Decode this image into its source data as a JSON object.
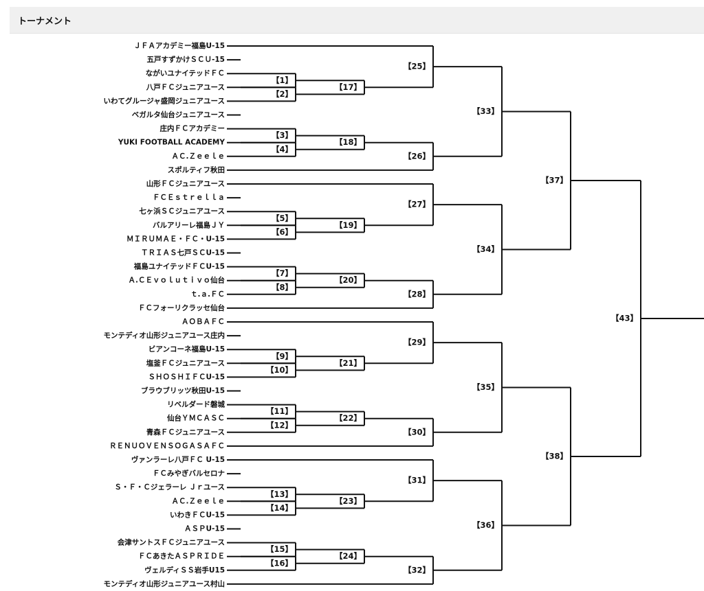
{
  "header": {
    "title": "トーナメント"
  },
  "teams": [
    "ＪＦＡアカデミー福島U-15",
    "五戸すずかけＳＣＵ-15",
    "ながいユナイテッドＦＣ",
    "八戸ＦＣジュニアユース",
    "いわてグルージャ盛岡ジュニアユース",
    "ベガルタ仙台ジュニアユース",
    "庄内ＦＣアカデミー",
    "YUKI FOOTBALL ACADEMY",
    "ＡＣ.Ｚｅｅｌｅ",
    "スポルティフ秋田",
    "山形ＦＣジュニアユース",
    "ＦＣＥｓｔｒｅｌｌａ",
    "七ヶ浜ＳＣジュニアユース",
    "バルアリーレ福島ＪＹ",
    "ＭＩＲＵＭＡＥ・ＦＣ・U-15",
    "ＴＲＩＡＳ七戸ＳＣU-15",
    "福島ユナイテッドＦＣU-15",
    "Ａ.ＣＥｖｏｌｕｔｉｖｏ仙台",
    "ｔ.ａ.ＦＣ",
    "ＦＣフォーリクラッセ仙台",
    "ＡＯＢＡＦＣ",
    "モンテディオ山形ジュニアユース庄内",
    "ビアンコーネ福島U-15",
    "塩釜ＦＣジュニアユース",
    "ＳＨＯＳＨＩＦＣU-15",
    "ブラウブリッツ秋田U-15",
    "リベルダード磐城",
    "仙台ＹＭＣＡＳＣ",
    "青森ＦＣジュニアユース",
    "ＲＥＮＵＯＶＥＮＳＯＧＡＳＡＦＣ",
    "ヴァンラーレ八戸ＦＣ U-15",
    "ＦＣみやぎバルセロナ",
    "Ｓ・Ｆ・Ｃジェラーレ Ｊｒユース",
    "ＡＣ.Ｚｅｅｌｅ",
    "いわきＦＣU-15",
    "ＡＳＰU-15",
    "会津サントスＦＣジュニアユース",
    "ＦＣあきたＡＳＰＲＩＤＥ",
    "ヴェルディＳＳ岩手U15",
    "モンテディオ山形ジュニアユース村山"
  ],
  "matches": [
    {
      "label": "【1】"
    },
    {
      "label": "【2】"
    },
    {
      "label": "【3】"
    },
    {
      "label": "【4】"
    },
    {
      "label": "【5】"
    },
    {
      "label": "【6】"
    },
    {
      "label": "【7】"
    },
    {
      "label": "【8】"
    },
    {
      "label": "【9】"
    },
    {
      "label": "【10】"
    },
    {
      "label": "【11】"
    },
    {
      "label": "【12】"
    },
    {
      "label": "【13】"
    },
    {
      "label": "【14】"
    },
    {
      "label": "【15】"
    },
    {
      "label": "【16】"
    },
    {
      "label": "【17】"
    },
    {
      "label": "【18】"
    },
    {
      "label": "【19】"
    },
    {
      "label": "【20】"
    },
    {
      "label": "【21】"
    },
    {
      "label": "【22】"
    },
    {
      "label": "【23】"
    },
    {
      "label": "【24】"
    },
    {
      "label": "【25】"
    },
    {
      "label": "【26】"
    },
    {
      "label": "【27】"
    },
    {
      "label": "【28】"
    },
    {
      "label": "【29】"
    },
    {
      "label": "【30】"
    },
    {
      "label": "【31】"
    },
    {
      "label": "【32】"
    },
    {
      "label": "【33】"
    },
    {
      "label": "【34】"
    },
    {
      "label": "【35】"
    },
    {
      "label": "【36】"
    },
    {
      "label": "【37】"
    },
    {
      "label": "【38】"
    },
    {
      "label": "【43】"
    }
  ]
}
